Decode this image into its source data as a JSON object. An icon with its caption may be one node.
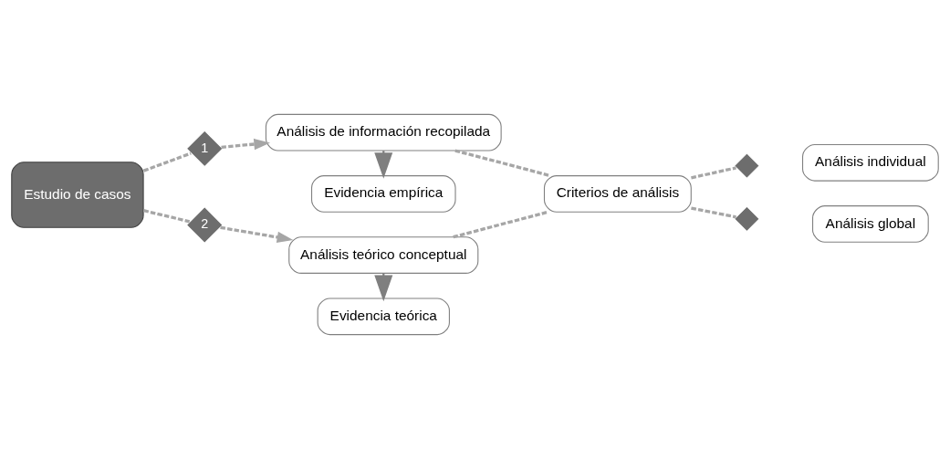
{
  "diagram": {
    "nodes": [
      {
        "text": [
          "Estudio de casos"
        ]
      },
      {
        "text": [
          "1"
        ]
      },
      {
        "text": [
          "2"
        ]
      },
      {
        "text": [
          "Análisis de información recopilada"
        ]
      },
      {
        "text": [
          "Evidencia empírica"
        ]
      },
      {
        "text": [
          "Análisis teórico conceptual"
        ]
      },
      {
        "text": [
          "Evidencia teórica"
        ]
      },
      {
        "text": [
          "Criterios de análisis"
        ]
      },
      {
        "text": [],
        "shape": "diamond"
      },
      {
        "text": [
          "Análisis individual"
        ]
      },
      {
        "text": [],
        "shape": "diamond"
      },
      {
        "text": [
          "Análisis global"
        ]
      }
    ],
    "edges": [
      {
        "from": 0,
        "to": 1,
        "arrow": "none",
        "style": "dashed"
      },
      {
        "from": 1,
        "to": 3,
        "arrow": "to",
        "style": "dashed"
      },
      {
        "from": 0,
        "to": 2,
        "arrow": "none",
        "style": "dashed"
      },
      {
        "from": 2,
        "to": 5,
        "arrow": "to",
        "style": "dashed"
      },
      {
        "from": 3,
        "to": 4,
        "arrow": "to",
        "color": "#7f7f7f"
      },
      {
        "from": 5,
        "to": 6,
        "arrow": "to",
        "color": "#7f7f7f"
      },
      {
        "from": 3,
        "to": 7,
        "arrow": "none",
        "style": "dashed"
      },
      {
        "from": 5,
        "to": 7,
        "arrow": "none",
        "style": "dashed"
      },
      {
        "from": 7,
        "to": 8,
        "arrow": "none",
        "style": "dashed"
      },
      {
        "from": 7,
        "to": 10,
        "arrow": "none",
        "style": "dashed"
      }
    ]
  }
}
